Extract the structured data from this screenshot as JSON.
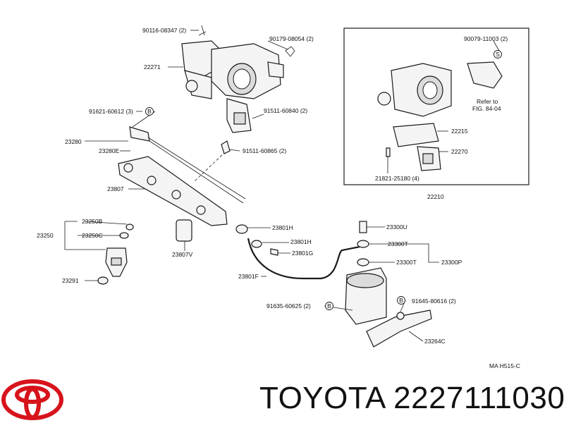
{
  "labels": {
    "p90116": "90116-08347 (2)",
    "p90179": "90179-08054 (2)",
    "p22271": "22271",
    "p91621": "91621-60612 (3)",
    "p91511a": "91511-60840 (2)",
    "p23280": "23280",
    "p23280e": "23280E",
    "p91511b": "91511-60865 (2)",
    "p23807": "23807",
    "p23250b": "23250B",
    "p23250": "23250",
    "p23250c": "23250C",
    "p23291": "23291",
    "p23807v": "23807V",
    "p23801h_a": "23801H",
    "p23801h_b": "23801H",
    "p23801g": "23801G",
    "p23801f": "23801F",
    "p23300u": "23300U",
    "p23300t_a": "23300T",
    "p23300t_b": "23300T",
    "p23300p": "23300P",
    "p91635": "91635-60625 (2)",
    "p91645": "91645-80616 (2)",
    "p23264c": "23264C",
    "p90079": "90079-11003 (2)",
    "p22215": "22215",
    "p22270": "22270",
    "p21821": "21821-25180 (4)",
    "p22210": "22210",
    "refer1": "Refer to",
    "refer2": "FIG. 84-04",
    "code": "MA  H515-C"
  },
  "markers": {
    "b": "B",
    "s": "S"
  },
  "footer": {
    "brand_text": "TOYOTA 2227111030"
  },
  "colors": {
    "logo": "#d7131b",
    "ink": "#111111"
  }
}
